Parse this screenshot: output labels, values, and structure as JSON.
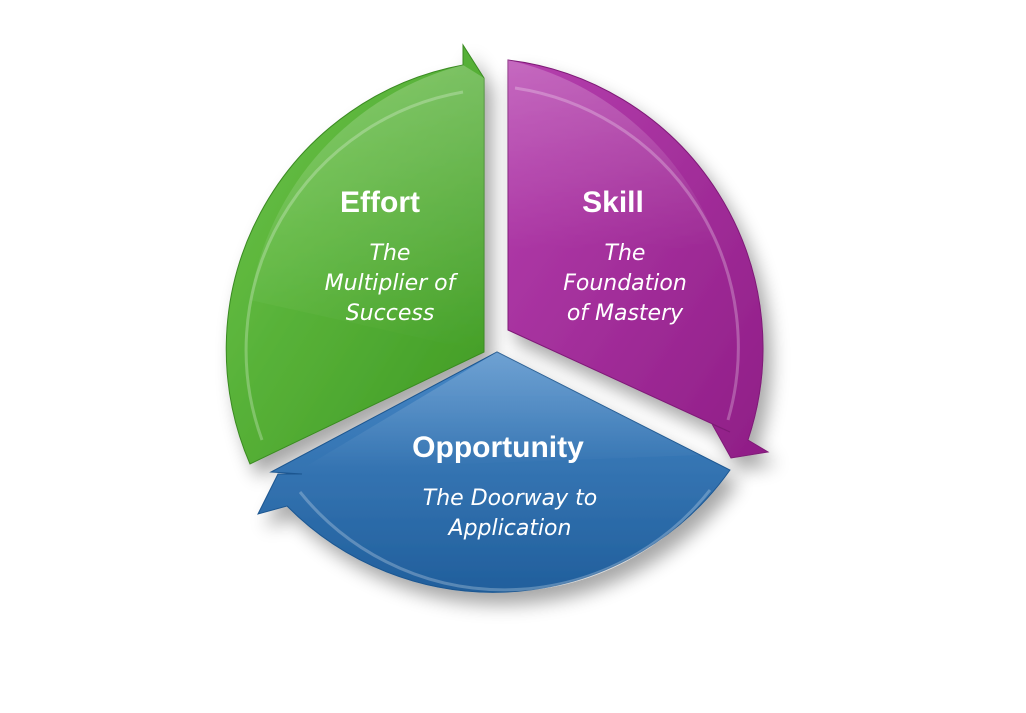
{
  "diagram": {
    "type": "cycle",
    "segments": [
      {
        "title": "Effort",
        "subtitle_lines": [
          "The",
          "Multiplier of",
          "Success"
        ],
        "color": "#5cb83a"
      },
      {
        "title": "Skill",
        "subtitle_lines": [
          "The",
          "Foundation",
          "of Mastery"
        ],
        "color": "#a62a9a"
      },
      {
        "title": "Opportunity",
        "subtitle_lines": [
          "The Doorway to",
          "Application"
        ],
        "color": "#2f74b5"
      }
    ]
  }
}
